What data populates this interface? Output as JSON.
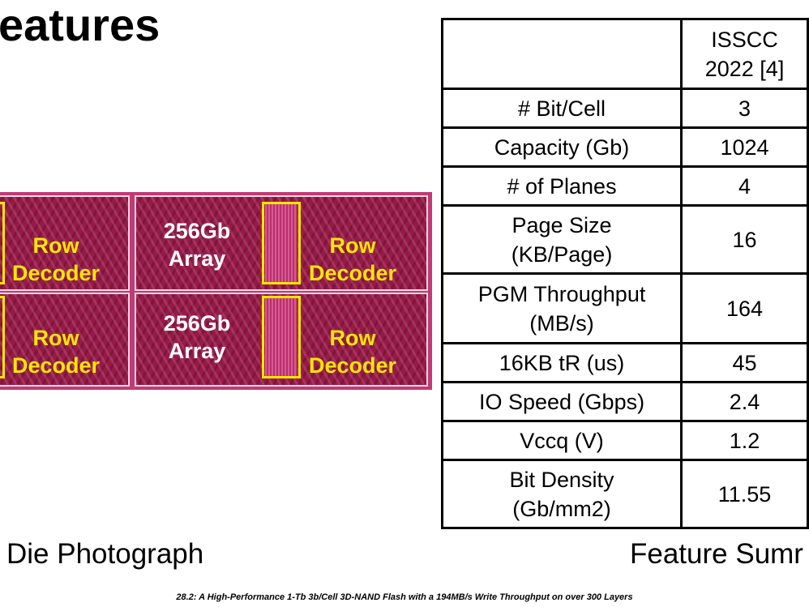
{
  "slide": {
    "title": "eatures",
    "left_caption": "Die Photograph",
    "right_caption": "Feature Sumr",
    "footer": "28.2: A High-Performance 1-Tb 3b/Cell 3D-NAND Flash with a 194MB/s Write Throughput on over 300 Layers"
  },
  "die_photo": {
    "array_label_line1": "256Gb",
    "array_label_line2": "Array",
    "decoder_label_line1": "Row",
    "decoder_label_line2": "Decoder",
    "colors": {
      "die": "#c23a74",
      "block": "#951b47",
      "label": "#ffe600"
    }
  },
  "table": {
    "header": {
      "line1": "ISSCC",
      "line2": "2022 [4]"
    },
    "rows": [
      {
        "label1": "# Bit/Cell",
        "label2": "",
        "value": "3"
      },
      {
        "label1": "Capacity (Gb)",
        "label2": "",
        "value": "1024"
      },
      {
        "label1": "# of Planes",
        "label2": "",
        "value": "4"
      },
      {
        "label1": "Page Size",
        "label2": "(KB/Page)",
        "value": "16"
      },
      {
        "label1": "PGM Throughput",
        "label2": "(MB/s)",
        "value": "164"
      },
      {
        "label1": "16KB tR (us)",
        "label2": "",
        "value": "45"
      },
      {
        "label1": "IO Speed (Gbps)",
        "label2": "",
        "value": "2.4"
      },
      {
        "label1": "Vccq (V)",
        "label2": "",
        "value": "1.2"
      },
      {
        "label1": "Bit Density",
        "label2": "(Gb/mm2)",
        "value": "11.55"
      }
    ]
  }
}
